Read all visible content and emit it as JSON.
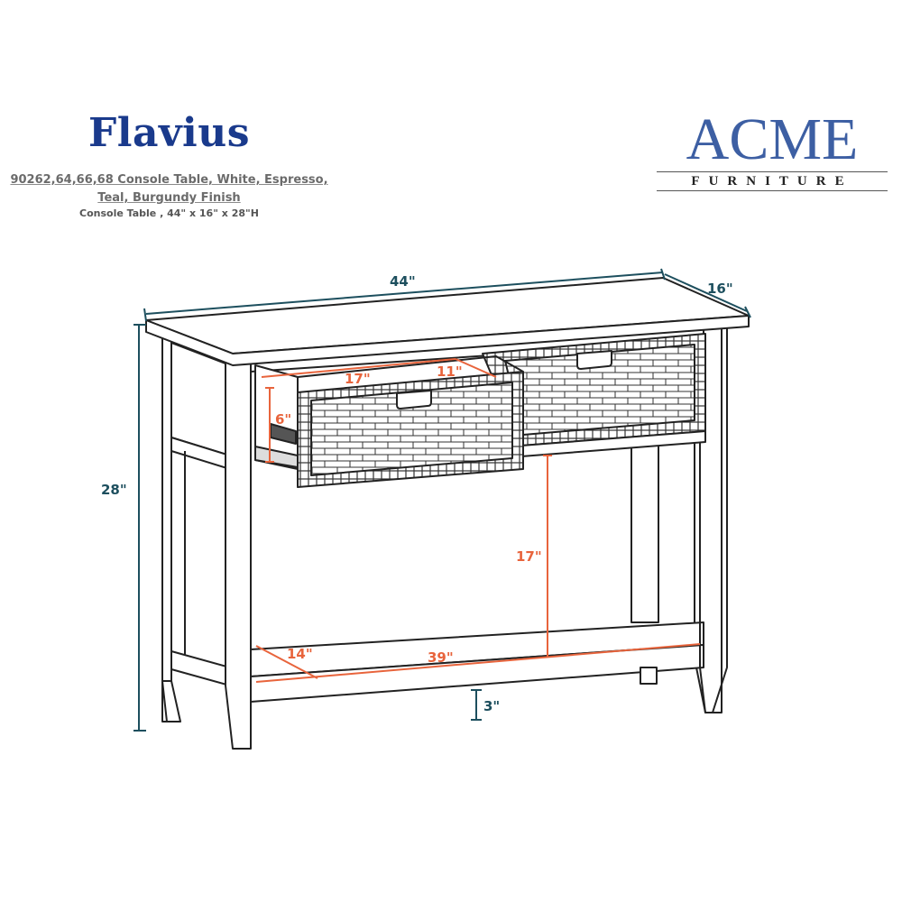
{
  "header": {
    "product_name": "Flavius",
    "subtitle_line1": "90262,64,66,68 Console Table, White, Espresso,",
    "subtitle_line2": "Teal, Burgundy Finish",
    "dimensions_line": "Console Table , 44\" x 16\" x 28\"H"
  },
  "brand": {
    "logo_main": "ACME",
    "logo_sub": "FURNITURE",
    "color": "#3d5fa3"
  },
  "colors": {
    "title": "#1a3a8c",
    "overall_dimension": "#1d4f5e",
    "inner_dimension": "#e8643c",
    "line_art": "#222222"
  },
  "overall_dimensions": {
    "width": "44\"",
    "depth": "16\"",
    "height": "28\"",
    "leg_clearance": "3\""
  },
  "drawer_dimensions": {
    "width": "17\"",
    "depth": "11\"",
    "height": "6\""
  },
  "shelf_dimensions": {
    "clearance_height": "17\"",
    "width": "39\"",
    "depth": "14\""
  }
}
